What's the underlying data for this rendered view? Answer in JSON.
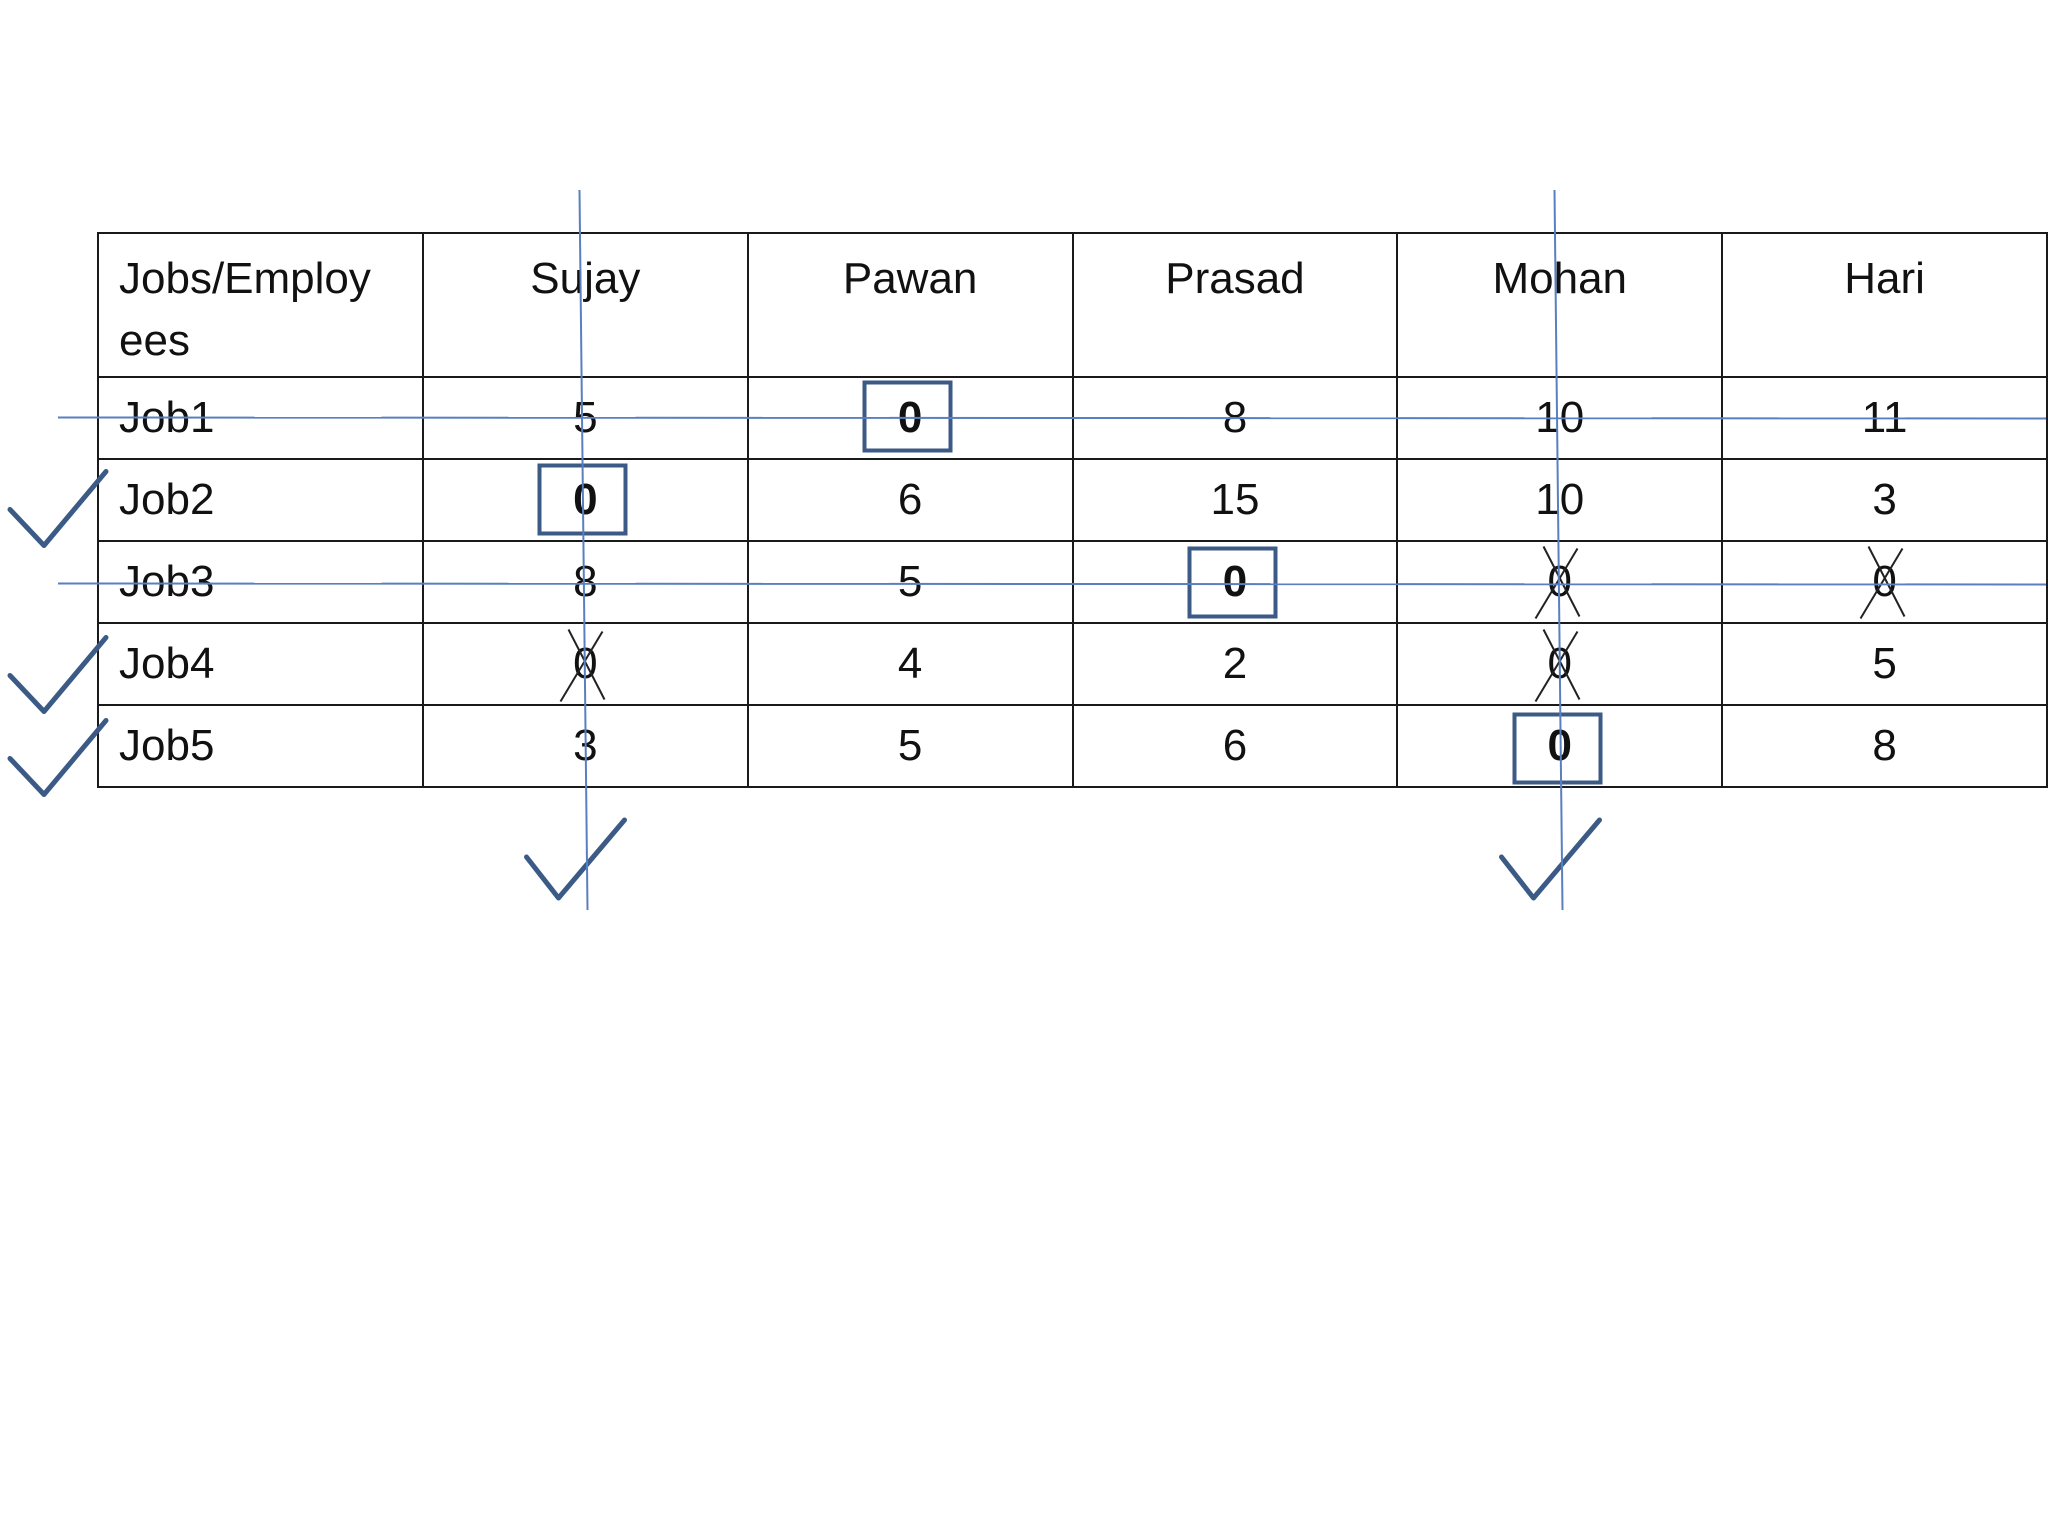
{
  "table": {
    "corner_header": "Jobs/Employ ees",
    "employees": [
      "Sujay",
      "Pawan",
      "Prasad",
      "Mohan",
      "Hari"
    ],
    "rows": [
      {
        "job": "Job1",
        "values": [
          "5",
          "0",
          "8",
          "10",
          "11"
        ]
      },
      {
        "job": "Job2",
        "values": [
          "0",
          "6",
          "15",
          "10",
          "3"
        ]
      },
      {
        "job": "Job3",
        "values": [
          "8",
          "5",
          "0",
          "0",
          "0"
        ]
      },
      {
        "job": "Job4",
        "values": [
          "0",
          "4",
          "2",
          "0",
          "5"
        ]
      },
      {
        "job": "Job5",
        "values": [
          "3",
          "5",
          "6",
          "0",
          "8"
        ]
      }
    ]
  },
  "assigned_zeros": [
    {
      "row": 0,
      "col": 1
    },
    {
      "row": 1,
      "col": 0
    },
    {
      "row": 2,
      "col": 2
    },
    {
      "row": 4,
      "col": 3
    }
  ],
  "crossed_zeros": [
    {
      "row": 2,
      "col": 3
    },
    {
      "row": 2,
      "col": 4
    },
    {
      "row": 3,
      "col": 0
    },
    {
      "row": 3,
      "col": 3
    }
  ],
  "ticked_rows": [
    "Job2",
    "Job4",
    "Job5"
  ],
  "ticked_columns": [
    "Sujay",
    "Mohan"
  ],
  "covered_rows": [
    "Job1",
    "Job3"
  ],
  "covered_columns": [
    "Sujay",
    "Mohan"
  ],
  "colors": {
    "annotation": "#3b5a86",
    "cover_line": "#5a7fc0",
    "grid": "#1a1a1a"
  }
}
